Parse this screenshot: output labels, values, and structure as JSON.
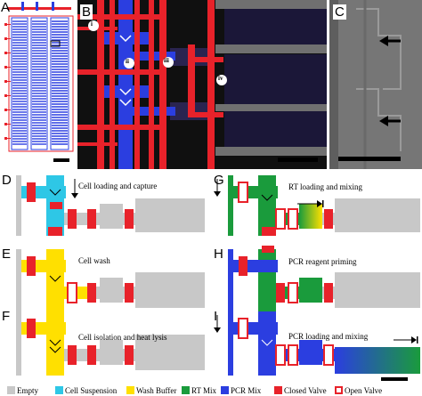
{
  "panels": {
    "A": "A",
    "B": "B",
    "C": "C",
    "D": "D",
    "E": "E",
    "F": "F",
    "G": "G",
    "H": "H",
    "I": "I"
  },
  "micro_labels": {
    "i": "i",
    "ii": "ii",
    "iii": "iii",
    "iv": "iv"
  },
  "captions": {
    "D": "Cell loading and capture",
    "E": "Cell wash",
    "F": "Cell isolation and heat lysis",
    "G": "RT loading and mixing",
    "H": "PCR reagent priming",
    "I": "PCR loading and mixing"
  },
  "legend": [
    {
      "label": "Empty",
      "color": "#c8c8c8",
      "outline": false
    },
    {
      "label": "Cell Suspension",
      "color": "#2ec7e6",
      "outline": false
    },
    {
      "label": "Wash Buffer",
      "color": "#ffe000",
      "outline": false
    },
    {
      "label": "RT Mix",
      "color": "#1a9b3c",
      "outline": false
    },
    {
      "label": "PCR Mix",
      "color": "#2b3ee0",
      "outline": false
    },
    {
      "label": "Closed Valve",
      "color": "#e8222a",
      "outline": false
    },
    {
      "label": "Open Valve",
      "color": "#e8222a",
      "outline": true
    }
  ],
  "colors": {
    "valve": "#e8222a",
    "empty": "#c8c8c8",
    "cell": "#2ec7e6",
    "wash": "#ffe000",
    "rt": "#1a9b3c",
    "pcr": "#2b3ee0"
  }
}
